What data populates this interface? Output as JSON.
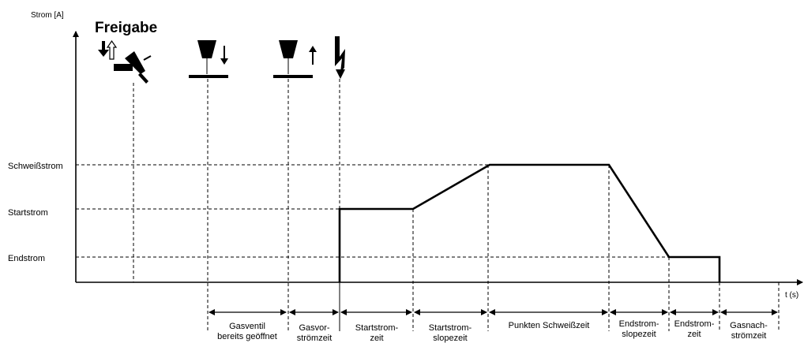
{
  "y_axis_label": "Strom [A]",
  "x_axis_label": "t (s)",
  "freigabe_label": "Freigabe",
  "levels": [
    "Schweißstrom",
    "Startstrom",
    "Endstrom"
  ],
  "phases": [
    [
      "Gasventil",
      "bereits geöffnet"
    ],
    [
      "Gasvor-",
      "strömzeit"
    ],
    [
      "Startstrom-",
      "zeit"
    ],
    [
      "Startstrom-",
      "slopezeit"
    ],
    [
      "Punkten Schweißzeit"
    ],
    [
      "Endstrom-",
      "slopezeit"
    ],
    [
      "Endstrom-",
      "zeit"
    ],
    [
      "Gasnach-",
      "strömzeit"
    ]
  ],
  "icons": [
    "torch-trigger-icon",
    "gas-valve-down-icon",
    "gas-valve-up-icon",
    "arc-ignition-icon"
  ]
}
